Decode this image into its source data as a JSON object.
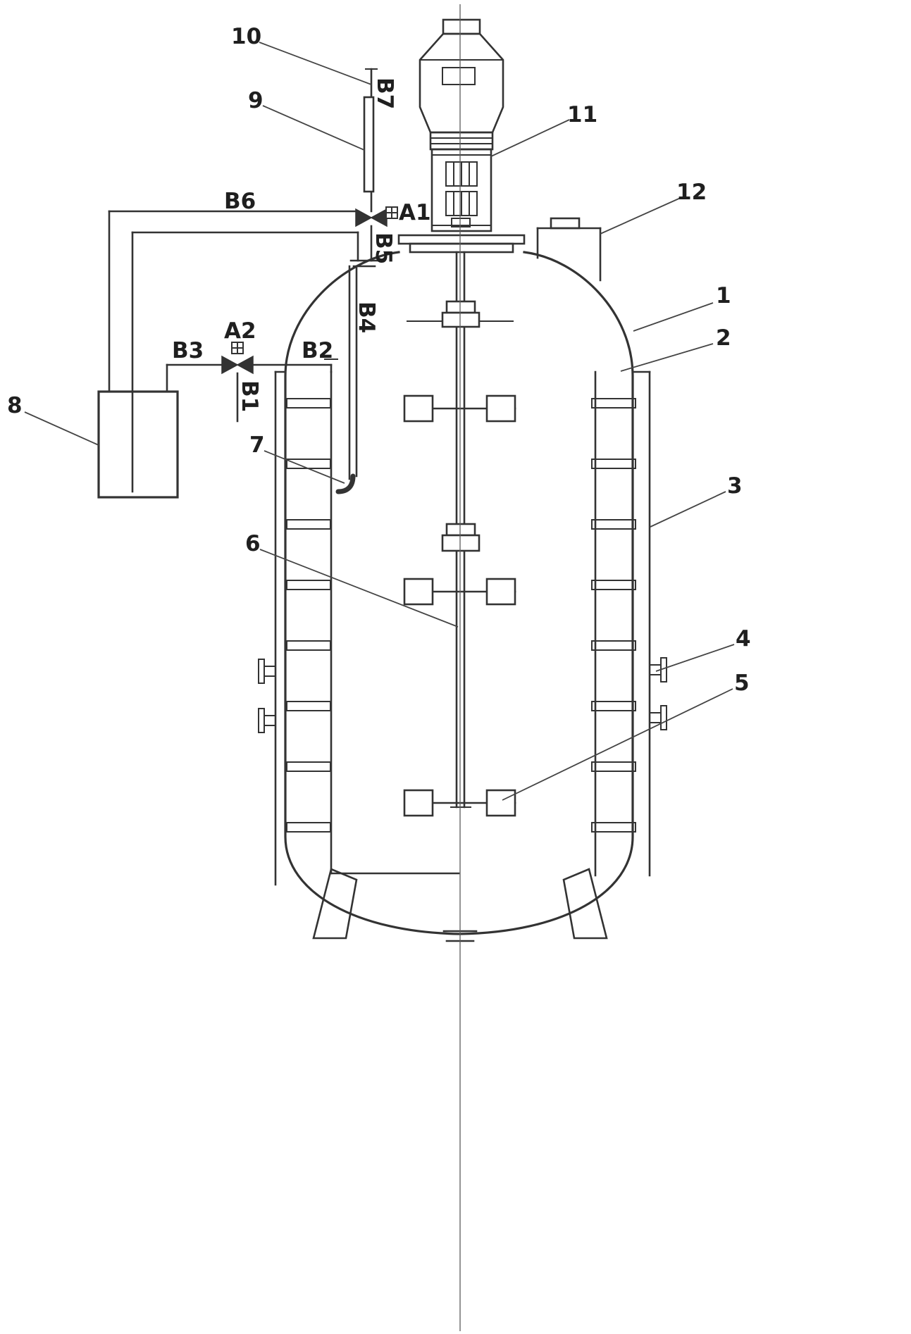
{
  "drawing": {
    "background_color": "#ffffff",
    "line_color": "#333333",
    "labels": {
      "p1": "1",
      "p2": "2",
      "p3": "3",
      "p4": "4",
      "p5": "5",
      "p6": "6",
      "p7": "7",
      "p8": "8",
      "p9": "9",
      "p10": "10",
      "p11": "11",
      "p12": "12",
      "a1": "A1",
      "a2": "A2",
      "b1": "B1",
      "b2": "B2",
      "b3": "B3",
      "b4": "B4",
      "b5": "B5",
      "b6": "B6",
      "b7": "B7"
    }
  }
}
